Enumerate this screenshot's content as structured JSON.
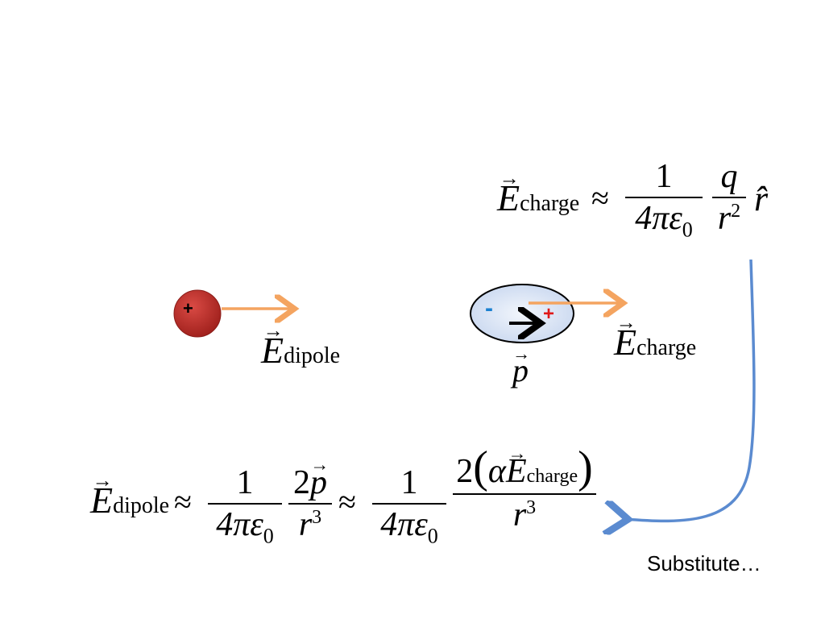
{
  "colors": {
    "arrow_orange": "#f4a460",
    "curve_blue": "#5b8bd0",
    "charge_red": "#c0302c",
    "ellipse_fill": "#d7e3f5",
    "minus_blue": "#1a80d0",
    "plus_red": "#e01818"
  },
  "charge": {
    "symbol": "+"
  },
  "dipole_molecule": {
    "minus": "-",
    "plus": "+",
    "moment_symbol": "p"
  },
  "labels": {
    "E": "E",
    "dipole_sub": "dipole",
    "charge_sub": "charge"
  },
  "eq_top": {
    "E": "E",
    "sub": "charge",
    "approx": "≈",
    "one": "1",
    "four_pi_eps": "4πε",
    "zero": "0",
    "q": "q",
    "r": "r",
    "exp2": "2",
    "rhat": "r̂"
  },
  "eq_bottom": {
    "E": "E",
    "sub": "dipole",
    "approx": "≈",
    "one": "1",
    "four_pi_eps": "4πε",
    "zero": "0",
    "two_p": "2",
    "p": "p",
    "r": "r",
    "exp3": "3",
    "approx2": "≈",
    "one2": "1",
    "four_pi_eps2": "4πε",
    "zero2": "0",
    "two": "2",
    "lparen": "(",
    "alpha": "α",
    "E2": "E",
    "sub2": "charge",
    "rparen": ")",
    "r2": "r",
    "exp3b": "3"
  },
  "note": {
    "text": "Substitute…"
  }
}
